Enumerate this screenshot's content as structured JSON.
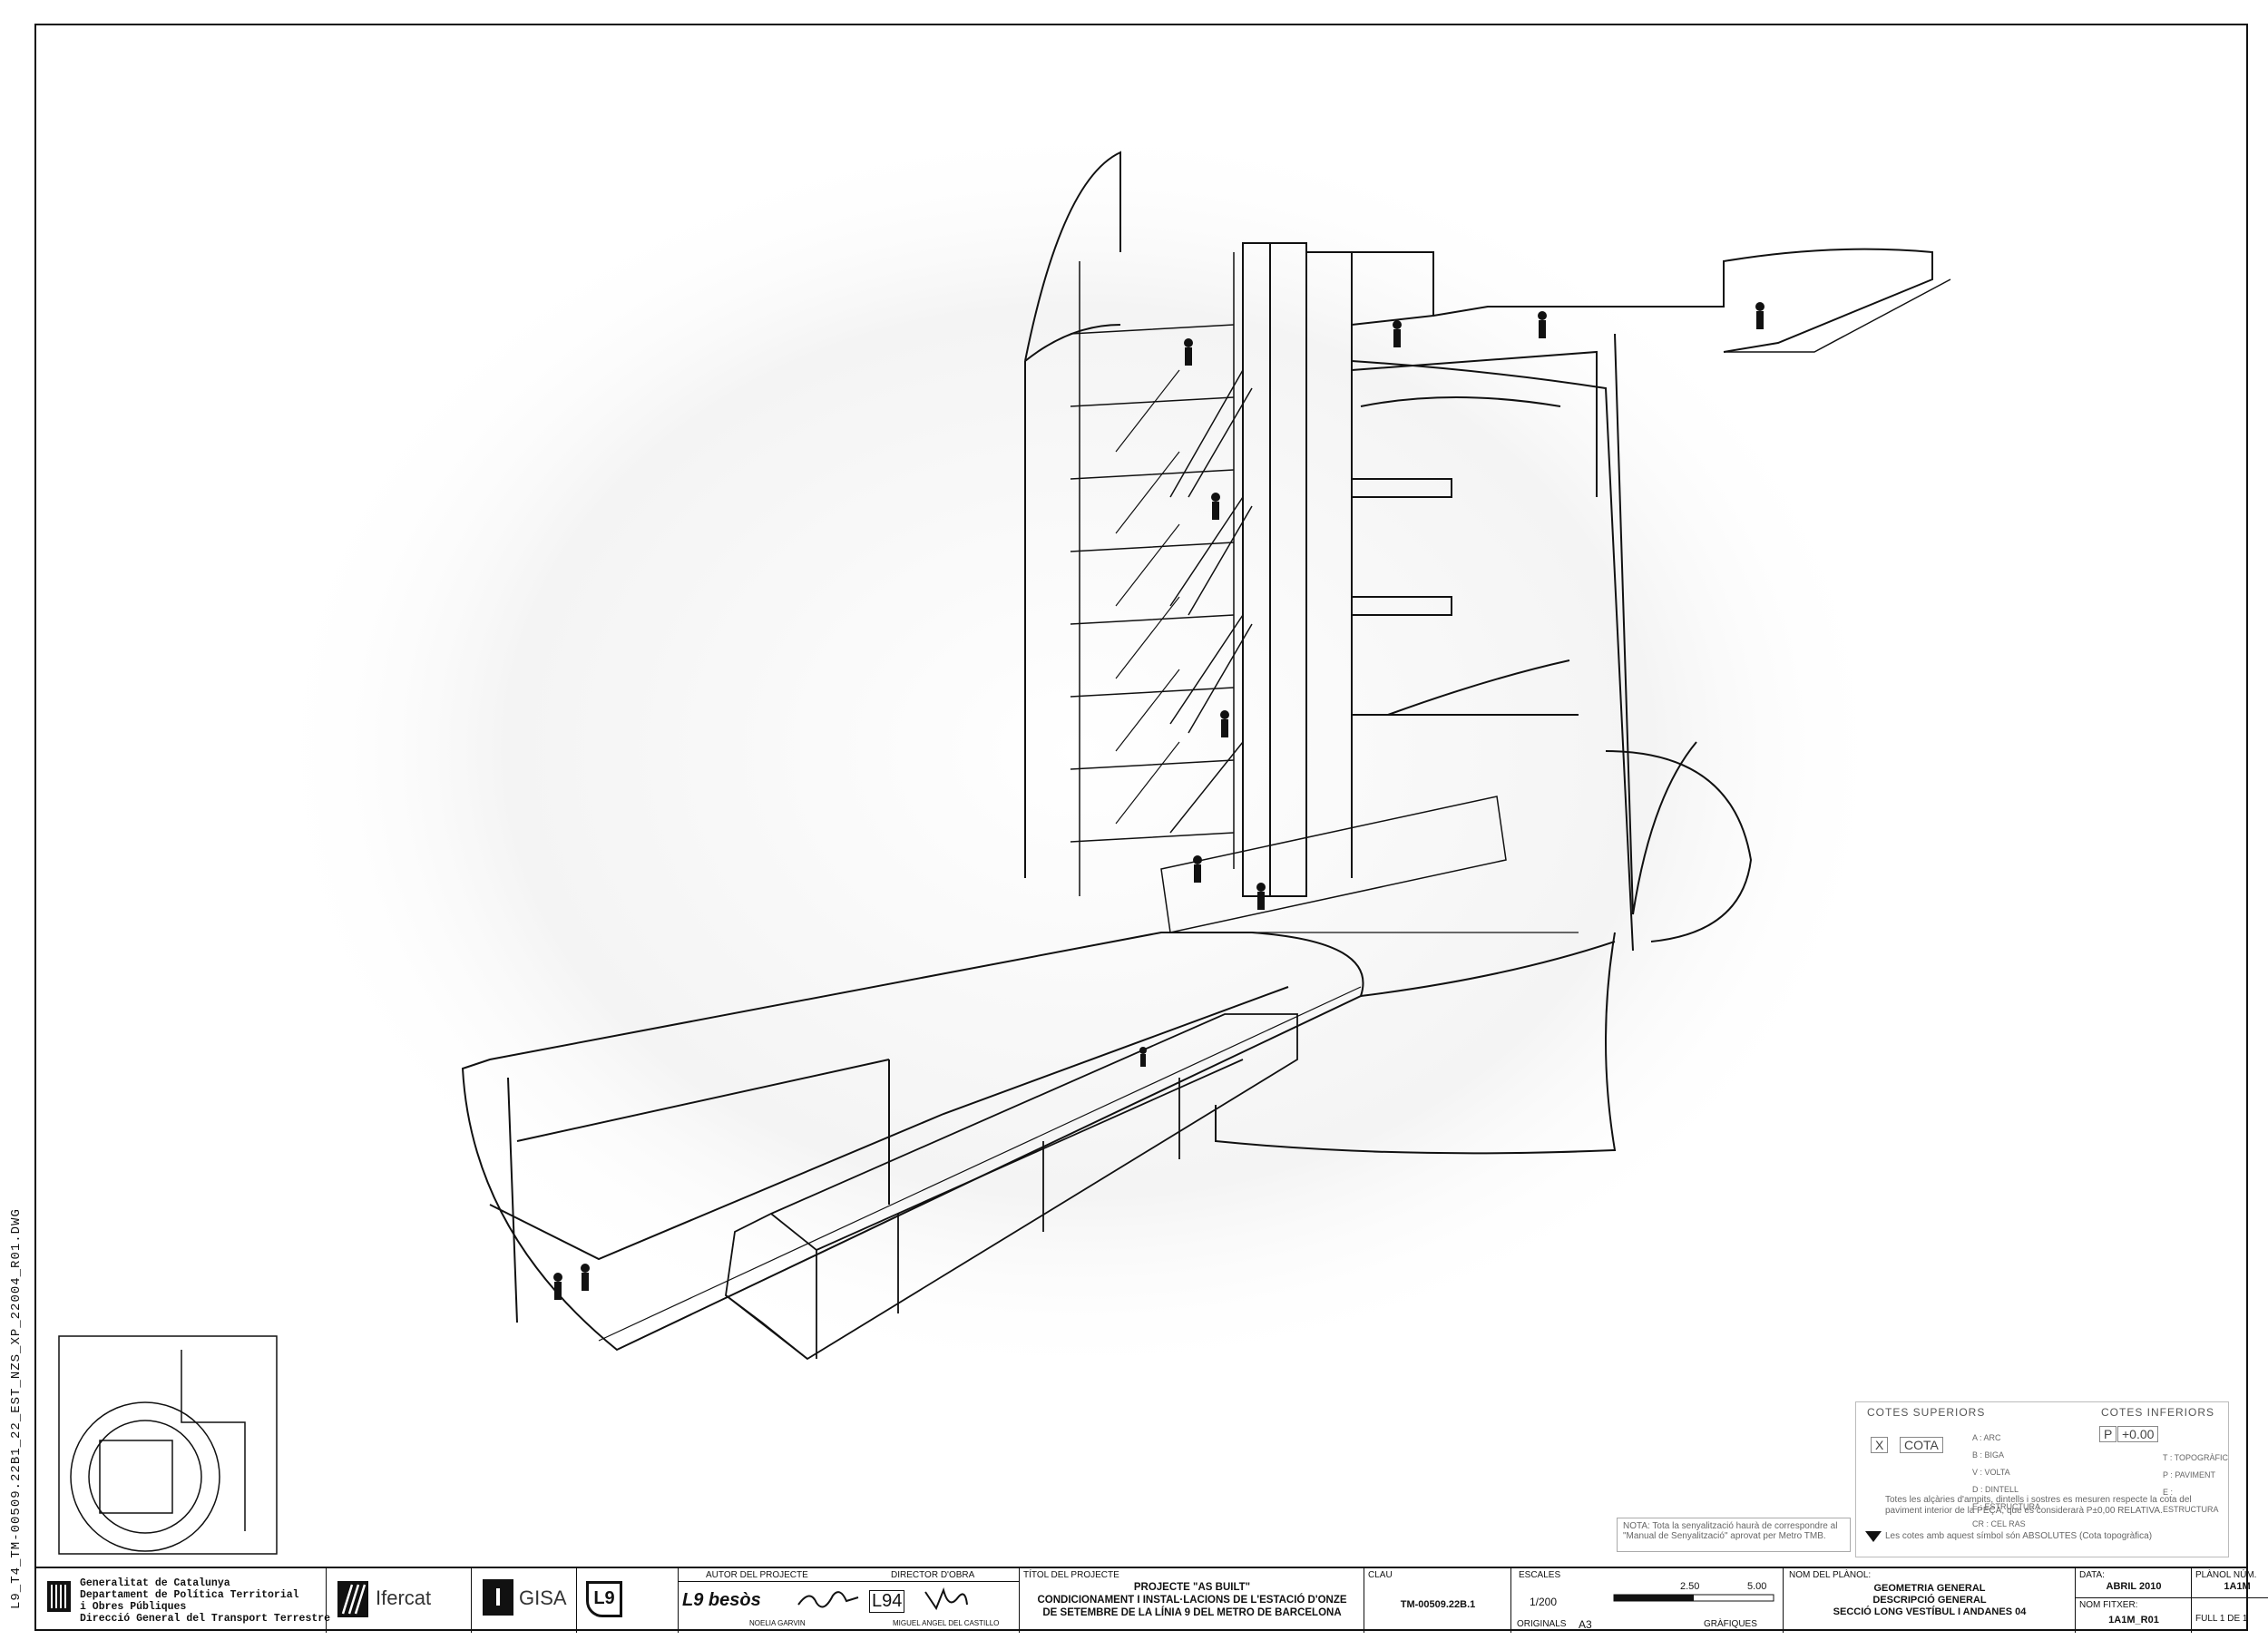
{
  "side_label": "L9_T4_TM-00509.22B1_22_EST_NZS_XP_22004_R01.DWG",
  "legend": {
    "cotes_superiors": "COTES SUPERIORS",
    "cotes_inferiors": "COTES INFERIORS",
    "x_label": "X",
    "cota_label": "COTA",
    "p_label": "P",
    "p_value": "+0.00",
    "abbr_superior": [
      "A : ARC",
      "B : BIGA",
      "V : VOLTA",
      "D : DINTELL",
      "E : ESTRUCTURA",
      "CR : CEL RAS"
    ],
    "abbr_inferior": [
      "T : TOPOGRÀFIC",
      "P : PAVIMENT",
      "E : ESTRUCTURA"
    ],
    "note_relative": "Totes les alçàries d'ampits, dintells i sostres es mesuren respecte la cota del paviment interior de la PEÇA, que es considerarà P±0,00 RELATIVA.",
    "note_absolute": "Les cotes amb aquest símbol són ABSOLUTES (Cota topogràfica)"
  },
  "nota": "NOTA: Tota la senyalització haurà de correspondre al \"Manual de Senyalització\" aprovat per Metro TMB.",
  "title_block": {
    "gov_lines": [
      "Generalitat de Catalunya",
      "Departament de Política Territorial",
      "i Obres Públiques",
      "Direcció General del Transport Terrestre"
    ],
    "ifercat": "Ifercat",
    "gisa": "GISA",
    "gisa_logo_letter": "I",
    "l9_logo": "L9",
    "besos_logo": "L9 besòs",
    "l94_logo": "L94",
    "autor_label": "AUTOR DEL PROJECTE",
    "autor_name": "NOELIA GARVIN",
    "director_label": "DIRECTOR D'OBRA",
    "director_name": "MIGUEL ANGEL DEL CASTILLO",
    "titol_label": "TÍTOL DEL PROJECTE",
    "titol_lines": [
      "PROJECTE \"AS BUILT\"",
      "CONDICIONAMENT I INSTAL·LACIONS DE L'ESTACIÓ D'ONZE",
      "DE SETEMBRE DE LA LÍNIA 9 DEL METRO DE BARCELONA"
    ],
    "clau_label": "CLAU",
    "clau_value": "TM-00509.22B.1",
    "escales_label": "ESCALES",
    "escala_value": "1/200",
    "originals_label": "ORIGINALS",
    "originals_value": "A3",
    "bar_250": "2.50",
    "bar_500": "5.00",
    "grafiques": "GRÀFIQUES",
    "nom_planol_label": "NOM DEL PLÀNOL:",
    "planol_lines": [
      "GEOMETRIA GENERAL",
      "DESCRIPCIÓ GENERAL",
      "SECCIÓ LONG VESTÍBUL I ANDANES 04"
    ],
    "data_label": "DATA:",
    "data_value": "ABRIL 2010",
    "nom_fitxer_label": "NOM FITXER:",
    "nom_fitxer_value": "1A1M_R01",
    "planol_num_label": "PLÀNOL NÚM.",
    "planol_num_value": "1A1M",
    "full_label": "FULL",
    "full_value": "1",
    "de_label": "DE",
    "de_value": "1"
  }
}
